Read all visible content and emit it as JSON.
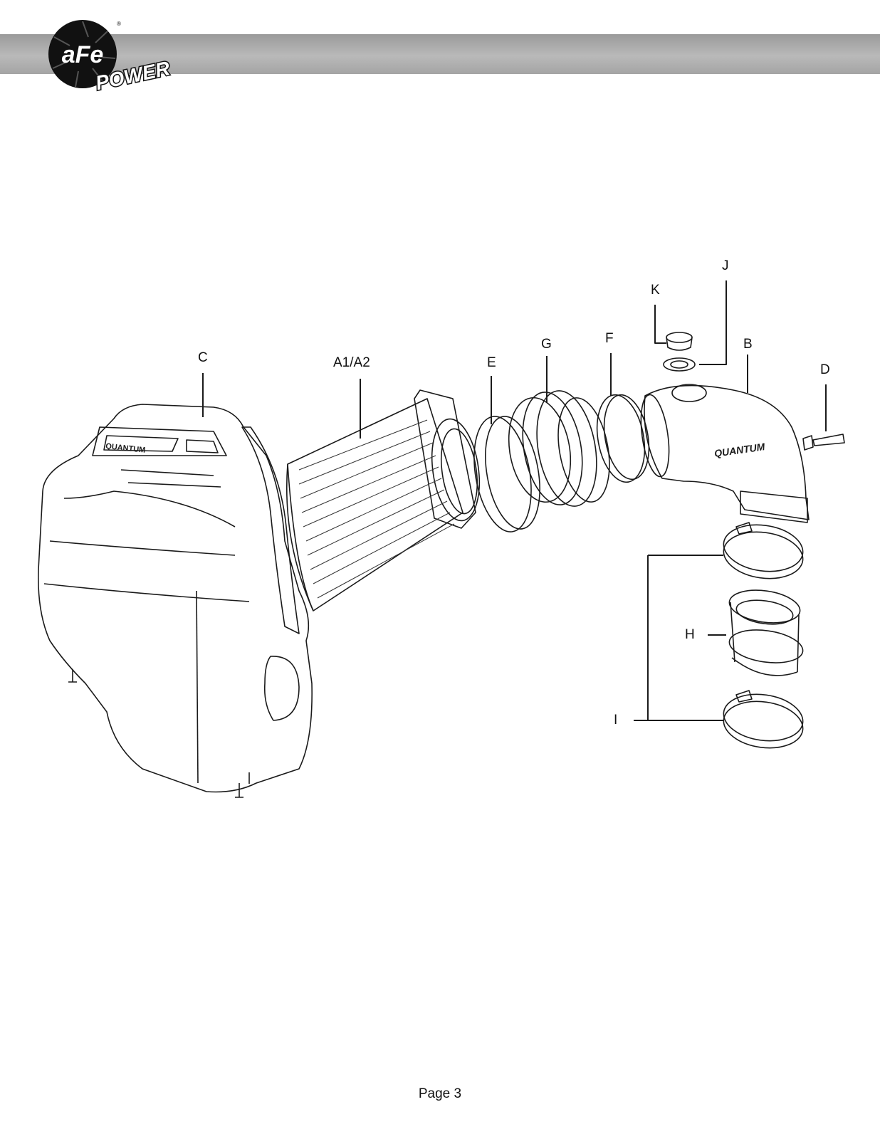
{
  "header": {
    "logo": {
      "brand_primary": "aFe",
      "brand_secondary": "POWER",
      "registered_mark": "®"
    }
  },
  "diagram": {
    "labels": {
      "C": "C",
      "A": "A1/A2",
      "E": "E",
      "G": "G",
      "F": "F",
      "K": "K",
      "J": "J",
      "B": "B",
      "D": "D",
      "H": "H",
      "I": "I"
    },
    "tube_text": "QUANTUM",
    "box_text": "QUANTUM"
  },
  "footer": {
    "page_label": "Page 3"
  },
  "colors": {
    "header_band": "#a8a8a8",
    "line": "#1a1a1a",
    "logo_dark": "#111111"
  }
}
